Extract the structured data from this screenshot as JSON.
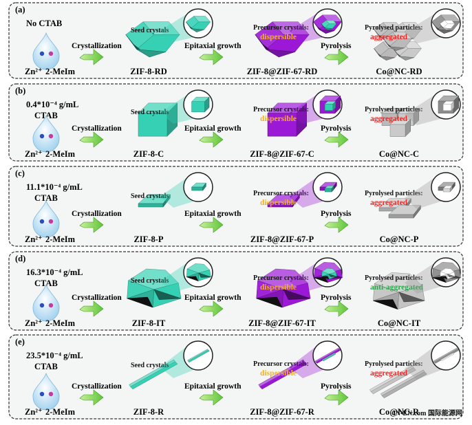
{
  "colors": {
    "panel_bg": "#f4f6f5",
    "panel_border": "#333333",
    "arrow_green": "#5fc53a",
    "zif8": "#36d1b4",
    "zif67": "#9b19d6",
    "carbon_gray": "#c4c4c4",
    "status_red": "#ff2020",
    "status_orange": "#f5b11e",
    "status_green": "#2aa84a",
    "drop": "#9fd1ee"
  },
  "common": {
    "ion_zn": "Zn²⁺",
    "ligand": "2-MeIm",
    "step_crystallization": "Crystallization",
    "step_epitaxial": "Epitaxial growth",
    "step_pyrolysis": "Pyrolysis",
    "seed_label": "Seed crystals",
    "precursor_label": "Precursor crystals:",
    "dispersible": "dispersible",
    "pyrolysed_label": "Pyrolysed particles:",
    "aggregated": "aggregated",
    "anti_aggregated": "anti-aggregated"
  },
  "watermark": "IN-EN.com 国际能源网",
  "panels": [
    {
      "tag": "(a)",
      "conc_line1": "No CTAB",
      "conc_line2": "",
      "shape": "rd",
      "seed_name": "ZIF-8-RD",
      "core_shell_name": "ZIF-8@ZIF-67-RD",
      "carbon_name": "Co@NC-RD",
      "carbon_status": "aggregated"
    },
    {
      "tag": "(b)",
      "conc_line1": "0.4*10⁻⁴ g/mL",
      "conc_line2": "CTAB",
      "shape": "cube",
      "seed_name": "ZIF-8-C",
      "core_shell_name": "ZIF-8@ZIF-67-C",
      "carbon_name": "Co@NC-C",
      "carbon_status": "aggregated"
    },
    {
      "tag": "(c)",
      "conc_line1": "11.1*10⁻⁴ g/mL",
      "conc_line2": "CTAB",
      "shape": "plate",
      "seed_name": "ZIF-8-P",
      "core_shell_name": "ZIF-8@ZIF-67-P",
      "carbon_name": "Co@NC-P",
      "carbon_status": "aggregated"
    },
    {
      "tag": "(d)",
      "conc_line1": "16.3*10⁻⁴ g/mL",
      "conc_line2": "CTAB",
      "shape": "it",
      "seed_name": "ZIF-8-IT",
      "core_shell_name": "ZIF-8@ZIF-67-IT",
      "carbon_name": "Co@NC-IT",
      "carbon_status": "anti-aggregated"
    },
    {
      "tag": "(e)",
      "conc_line1": "23.5*10⁻⁴ g/mL",
      "conc_line2": "CTAB",
      "shape": "rod",
      "seed_name": "ZIF-8-R",
      "core_shell_name": "ZIF-8@ZIF-67-R",
      "carbon_name": "Co@NC-R",
      "carbon_status": "aggregated"
    }
  ]
}
